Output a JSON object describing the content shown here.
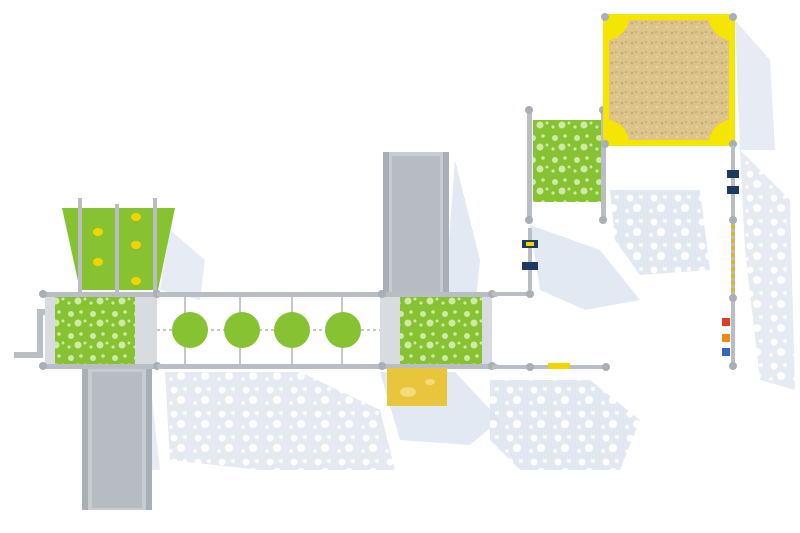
{
  "image": {
    "subject": "playground-structure-top-view",
    "background_color": "#ffffff"
  },
  "colors": {
    "panel_green": "#86c232",
    "panel_green_dark": "#6fa522",
    "post_gray": "#b9bec4",
    "slide_gray": "#c8ccd1",
    "deck_gray": "#d8dce0",
    "shadow_blue": "#dfe5f0",
    "sand": "#dcc48a",
    "frame_yellow": "#f5e600",
    "yellow_panel": "#e8c53a",
    "hold_yellow": "#f4d400"
  },
  "components": [
    {
      "id": "climbing-wall",
      "icon": "climbing-wall-icon"
    },
    {
      "id": "left-tower",
      "icon": "tower-icon"
    },
    {
      "id": "left-slide",
      "icon": "slide-icon"
    },
    {
      "id": "round-step-bridge",
      "icon": "bridge-icon"
    },
    {
      "id": "center-tower",
      "icon": "tower-icon"
    },
    {
      "id": "center-slide",
      "icon": "slide-icon"
    },
    {
      "id": "perforated-panel",
      "icon": "panel-icon"
    },
    {
      "id": "sandbox",
      "icon": "sandbox-icon"
    },
    {
      "id": "rope-climber",
      "icon": "rope-icon"
    }
  ]
}
